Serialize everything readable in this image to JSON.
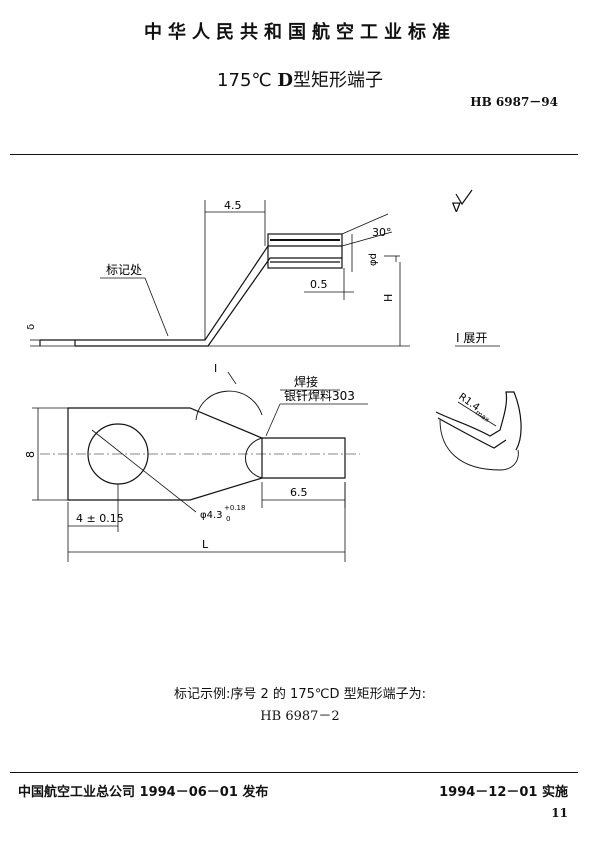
{
  "header": {
    "org_title": "中华人民共和国航空工业标准",
    "std_title_prefix": "175℃ ",
    "std_title_letter": "D",
    "std_title_suffix": "型矩形端子",
    "std_code": "HB 6987－94"
  },
  "drawing": {
    "dim_top_width": "4.5",
    "angle": "30°",
    "marker_label": "标记处",
    "dim_thickness": "δ",
    "dim_d1": "φd",
    "dim_offset": "0.5",
    "dim_height": "H",
    "detail_ref": "I",
    "weld_label": "焊接",
    "solder_label": "银钎焊料303",
    "dim_width": "8",
    "dim_hole_pos": "4 ± 0.15",
    "dim_hole_dia": "φ4.3",
    "dim_hole_tol_upper": "+0.18",
    "dim_hole_tol_lower": "0",
    "dim_barrel": "6.5",
    "dim_length": "L",
    "detail_title": "I 展开",
    "radius_label": "R1.4",
    "radius_sub": "max",
    "roughness_symbol": "∇"
  },
  "caption": {
    "line1": "标记示例:序号 2 的 175℃D 型矩形端子为:",
    "line2": "HB 6987－2"
  },
  "footer": {
    "publisher": "中国航空工业总公司 1994－06－01 发布",
    "effective": "1994－12－01 实施",
    "page_number": "11"
  }
}
